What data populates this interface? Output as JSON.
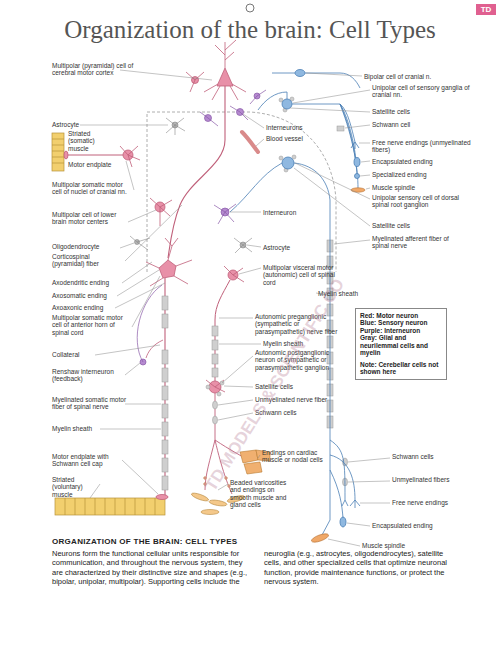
{
  "diagram": {
    "title": "Organization of the brain: Cell Types",
    "caption": "Neurons form the functional cellular units responsible for communication, and throughout the nervous system, they are characterized by their distinctive size and shapes (e.g., bipolar, unipolar, multipolar). Supporting cells include the neuroglia (e.g., astrocytes, oligodendrocytes), satellite cells, and other specialized cells that optimize neuronal function, provide maintenance functions, or protect the nervous system.",
    "nodes": [
      {
        "text": [
          "Red: Motor neuron",
          "Blue: Sensory neuron",
          "Purple: Interneuron",
          "Gray: Glial and neurilemmal cells and myelin",
          "Note: Cerebellar cells not shown here"
        ]
      }
    ],
    "labels": [
      "TD",
      "Multipolar (pyramidal) cell of cerebral motor cortex",
      "Bipolar cell of cranial n.",
      "Unipolar cell of sensory ganglia of cranial nn.",
      "Satellite cells",
      "Astrocyte",
      "Schwann cell",
      "Interneurons",
      "Blood vessel",
      "Striated (somatic) muscle",
      "Free nerve endings (unmyelinated fibers)",
      "Encapsulated ending",
      "Motor endplate",
      "Specialized ending",
      "Muscle spindle",
      "Multipolar somatic motor cell of nuclei of cranial nn.",
      "Unipolar sensory cell of dorsal spinal root ganglion",
      "Interneuron",
      "Multipolar cell of lower brain motor centers",
      "Satellite cells",
      "Myelinated afferent fiber of spinal nerve",
      "Oligodendrocyte",
      "Astrocyte",
      "Corticospinal (pyramidal) fiber",
      "Multipolar visceral motor (autonomic) cell of spinal cord",
      "Axodendritic ending",
      "Myelin sheath",
      "Axosomatic ending",
      "Axoaxonic ending",
      "Autonomic preganglionic (sympathetic or parasympathetic) nerve fiber",
      "Multipolar somatic motor cell of anterior horn of spinal cord",
      "Myelin sheath",
      "Autonomic postganglionic neuron of sympathetic or parasympathetic ganglion",
      "Collateral",
      "Renshaw interneuron (feedback)",
      "Satellite cells",
      "Myelinated somatic motor fiber of spinal nerve",
      "Unmyelinated nerve fiber",
      "Schwann cells",
      "Myelin sheath",
      "Endings on cardiac muscle or nodal cells",
      "Schwann cells",
      "Motor endplate with Schwann cell cap",
      "Striated (voluntary) muscle",
      "Unmyelinated fibers",
      "Beaded varicosities and endings on smooth muscle and gland cells",
      "Free nerve endings",
      "Encapsulated ending",
      "Muscle spindle",
      "ORGANIZATION OF THE BRAIN: CELL TYPES",
      "TD MODELS & SCIENTIFIC CO"
    ]
  }
}
